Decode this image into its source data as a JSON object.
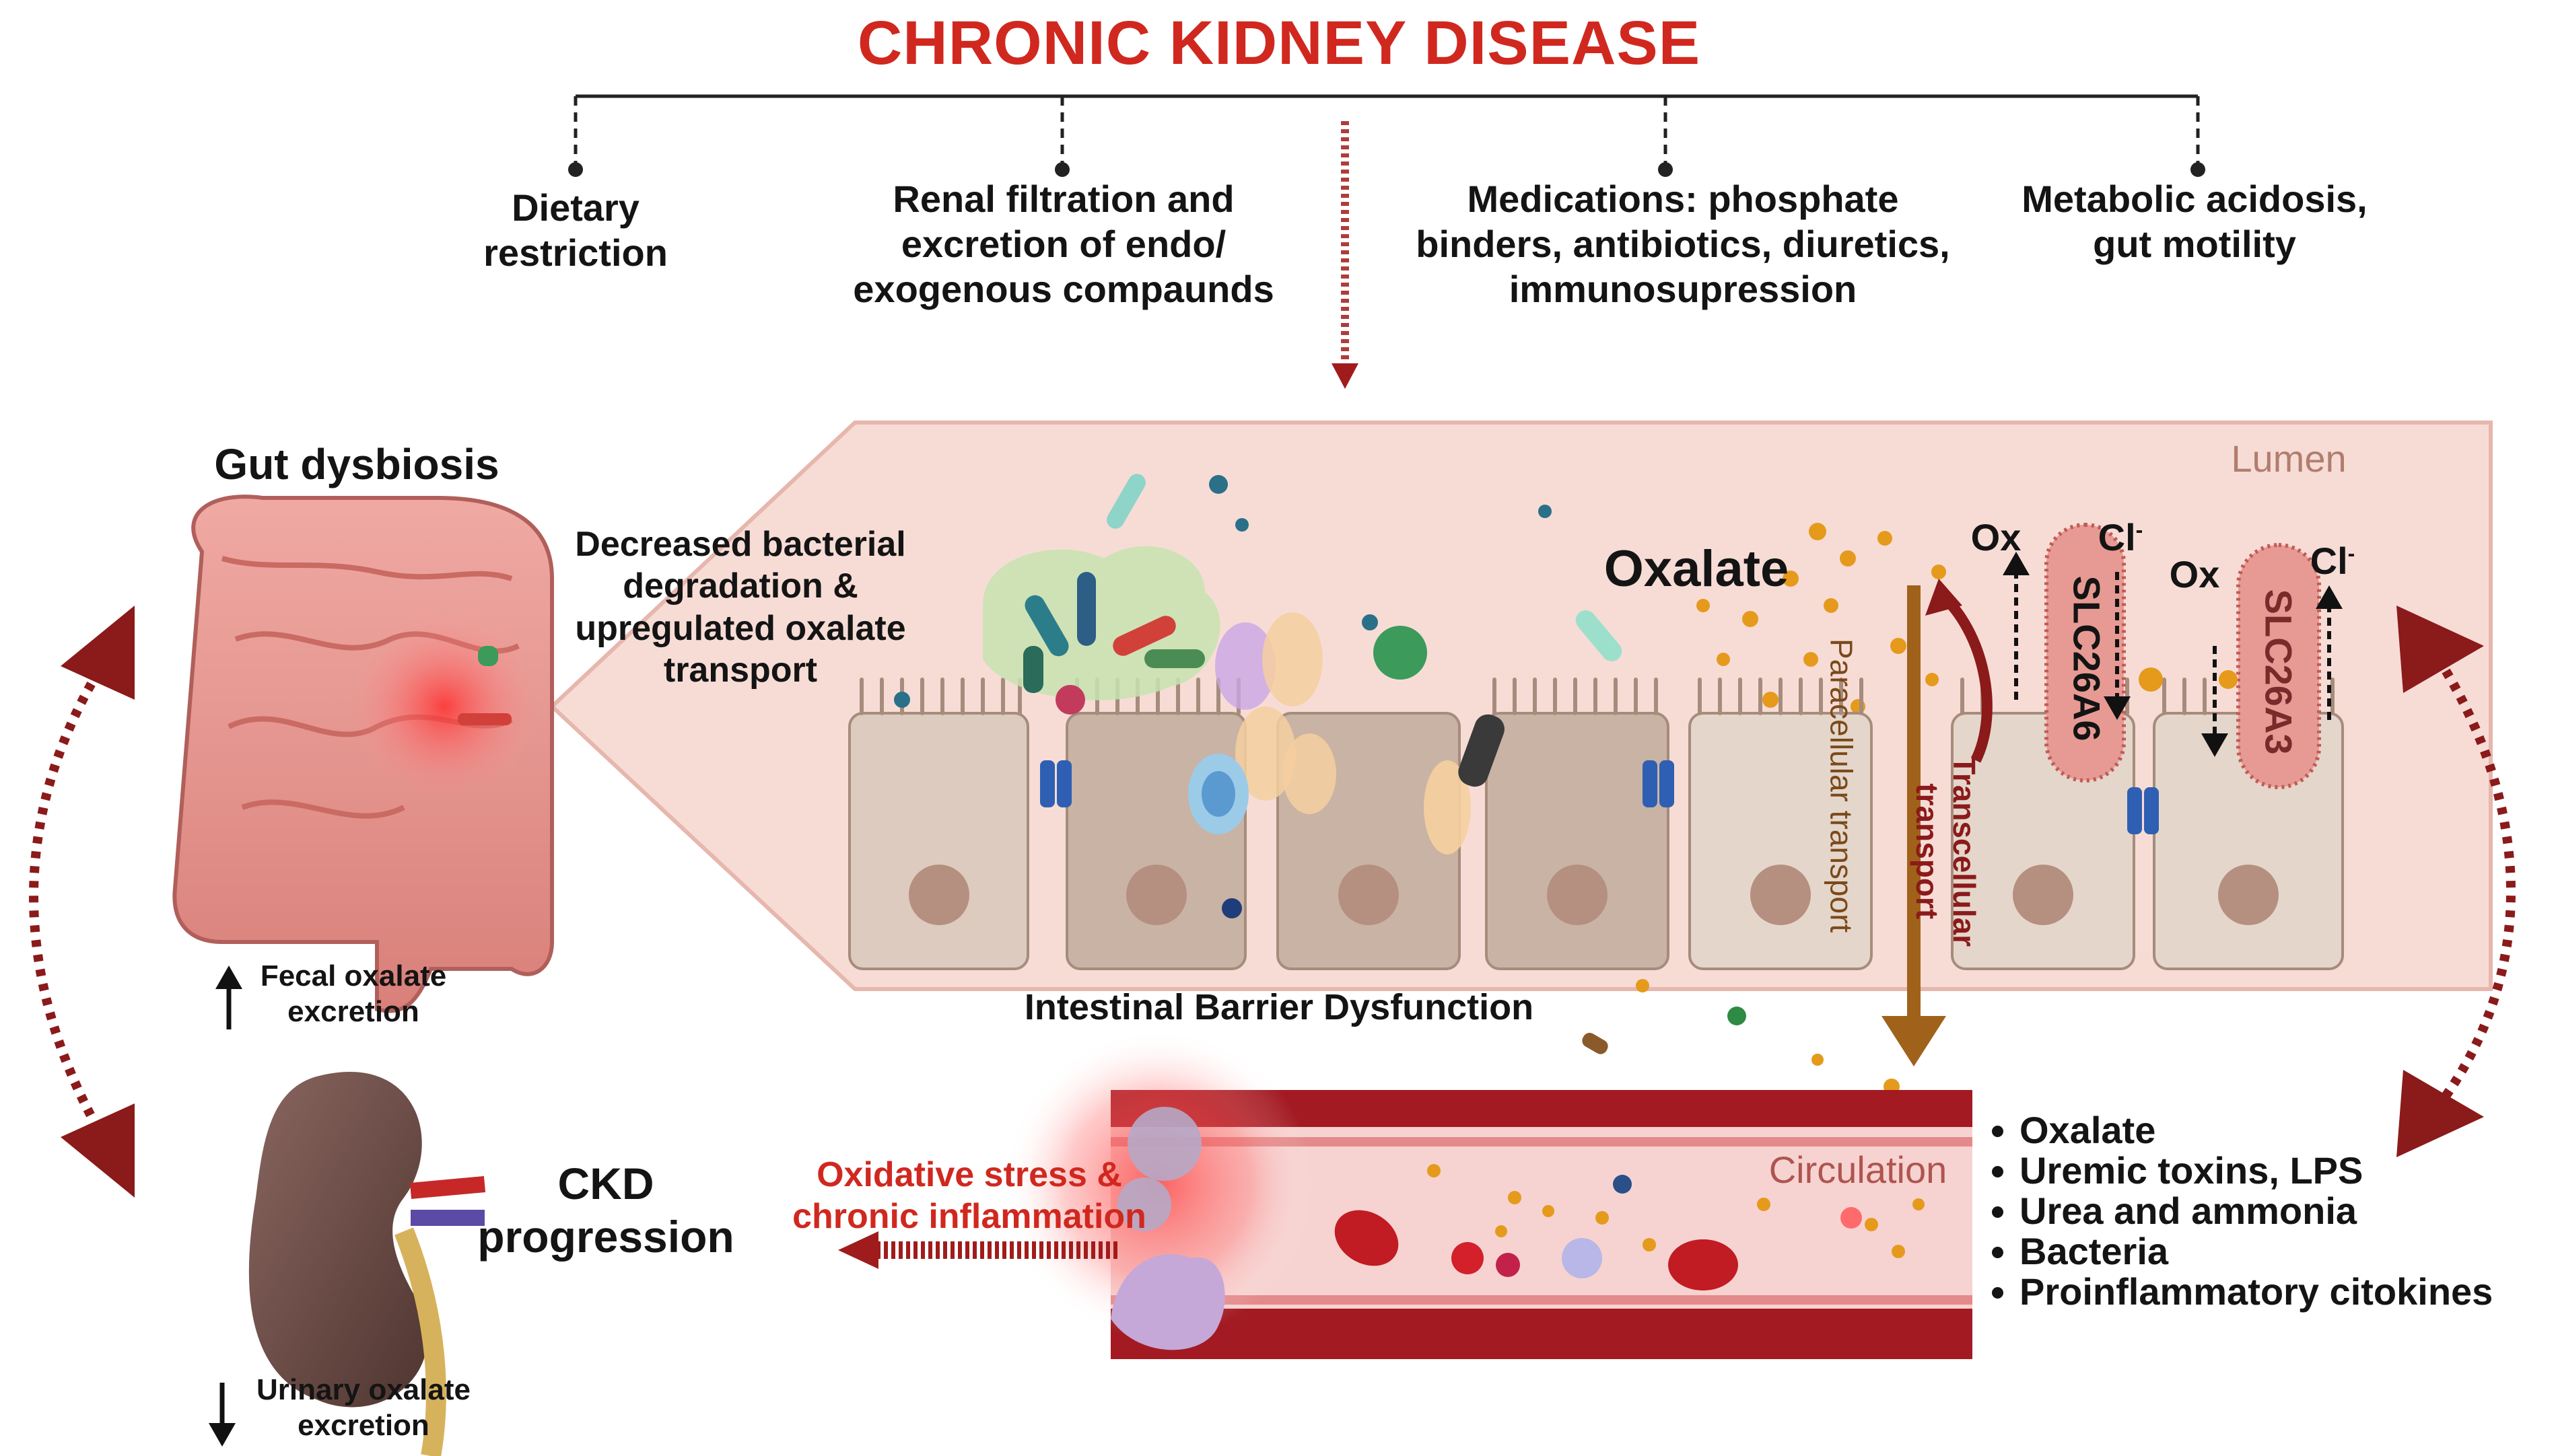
{
  "title": "CHRONIC KIDNEY DISEASE",
  "factors": [
    {
      "line1": "Dietary",
      "line2": "restriction",
      "line3": ""
    },
    {
      "line1": "Renal filtration and",
      "line2": "excretion of endo/",
      "line3": "exogenous compaunds"
    },
    {
      "line1": "Medications: phosphate",
      "line2": "binders, antibiotics, diuretics,",
      "line3": "immunosupression"
    },
    {
      "line1": "Metabolic acidosis,",
      "line2": "gut motility",
      "line3": ""
    }
  ],
  "gut": {
    "title": "Gut dysbiosis",
    "note_line1": "Decreased bacterial",
    "note_line2": "degradation &",
    "note_line3": "upregulated oxalate",
    "note_line4": "transport",
    "fecal_line1": "Fecal oxalate",
    "fecal_line2": "excretion"
  },
  "intestine": {
    "lumen_label": "Lumen",
    "oxalate_label": "Oxalate",
    "paracellular_label": "Paracellular transport",
    "transcellular_label": "Transcellular transport",
    "barrier_label": "Intestinal Barrier Dysfunction",
    "transporter1": "SLC26A6",
    "transporter2": "SLC26A3",
    "ox1": "Ox",
    "ox2": "Ox",
    "cl1": "Cl",
    "cl2": "Cl",
    "cl_sup": "-"
  },
  "circulation": {
    "label": "Circulation",
    "stress_line1": "Oxidative stress &",
    "stress_line2": "chronic  inflammation",
    "items": [
      "Oxalate",
      "Uremic toxins, LPS",
      "Urea and ammonia",
      "Bacteria",
      "Proinflammatory citokines"
    ]
  },
  "kidney": {
    "ckd_line1": "CKD",
    "ckd_line2": "progression",
    "urinary_line1": "Urinary oxalate",
    "urinary_line2": "excretion"
  },
  "colors": {
    "title_red": "#d0281f",
    "dark_red": "#8b1a1a",
    "brown_arrow": "#a0621a",
    "lumen_bg": "#f7dcd6",
    "cell": "#d9c6b8",
    "oxalate_dot": "#e59a1c"
  },
  "icons": [
    "colon-icon",
    "kidney-icon",
    "bacteria-icon",
    "red-blood-cell-icon",
    "immune-cell-icon",
    "transporter-icon"
  ]
}
